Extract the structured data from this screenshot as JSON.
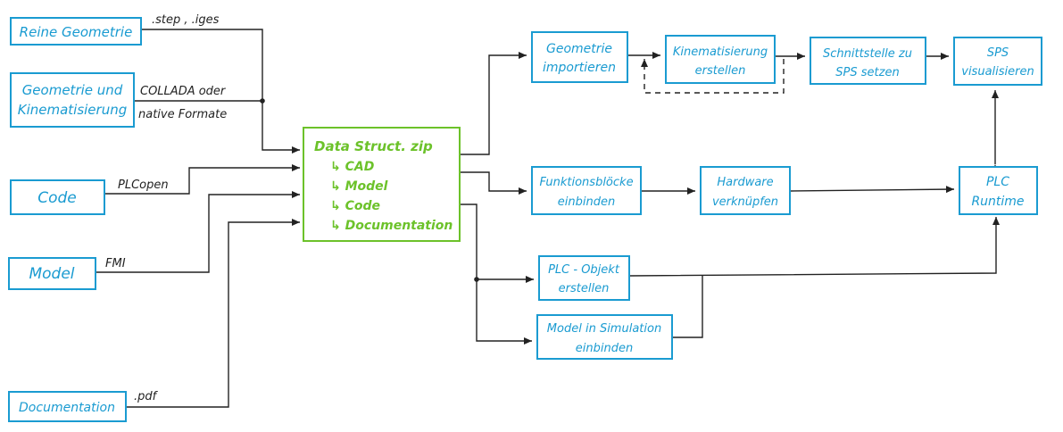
{
  "sources": {
    "reine_geometrie": "Reine Geometrie",
    "geo_kin_line1": "Geometrie und",
    "geo_kin_line2": "Kinematisierung",
    "code": "Code",
    "model": "Model",
    "documentation": "Documentation"
  },
  "edge_labels": {
    "step_iges": ".step , .iges",
    "collada_line1": "COLLADA oder",
    "collada_line2": "native Formate",
    "plcopen": "PLCopen",
    "fmi": "FMI",
    "pdf": ".pdf"
  },
  "hub": {
    "title": "Data Struct. zip",
    "items": [
      "↳ CAD",
      "↳ Model",
      "↳ Code",
      "↳ Documentation"
    ]
  },
  "process": {
    "geo_import_1": "Geometrie",
    "geo_import_2": "importieren",
    "kin_1": "Kinematisierung",
    "kin_2": "erstellen",
    "schnitt_1": "Schnittstelle zu",
    "schnitt_2": "SPS setzen",
    "sps_1": "SPS",
    "sps_2": "visualisieren",
    "fb_1": "Funktionsblöcke",
    "fb_2": "einbinden",
    "hw_1": "Hardware",
    "hw_2": "verknüpfen",
    "plc_1": "PLC",
    "plc_2": "Runtime",
    "plcobj_1": "PLC - Objekt",
    "plcobj_2": "erstellen",
    "sim_1": "Model in Simulation",
    "sim_2": "einbinden"
  },
  "colors": {
    "node_stroke": "#1a9bd1",
    "hub_stroke": "#6cc22a",
    "edge": "#222222"
  }
}
